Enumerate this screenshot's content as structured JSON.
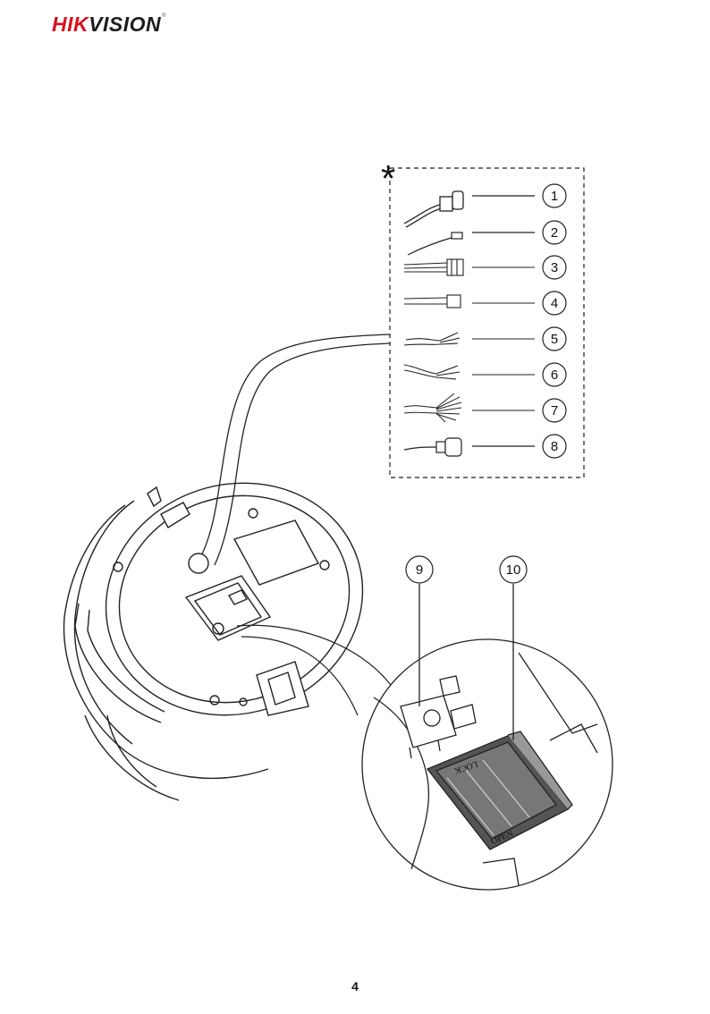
{
  "brand": {
    "hik": "HIK",
    "vision": "VISION",
    "reg": "®"
  },
  "figure": {
    "asterisk": "*",
    "callouts": [
      "1",
      "2",
      "3",
      "4",
      "5",
      "6",
      "7",
      "8",
      "9",
      "10"
    ],
    "card_slot_labels": {
      "lock": "LOCK",
      "open": "OPEN"
    }
  },
  "page_number": "4",
  "colors": {
    "brand_red": "#d7121c",
    "line": "#222222"
  }
}
